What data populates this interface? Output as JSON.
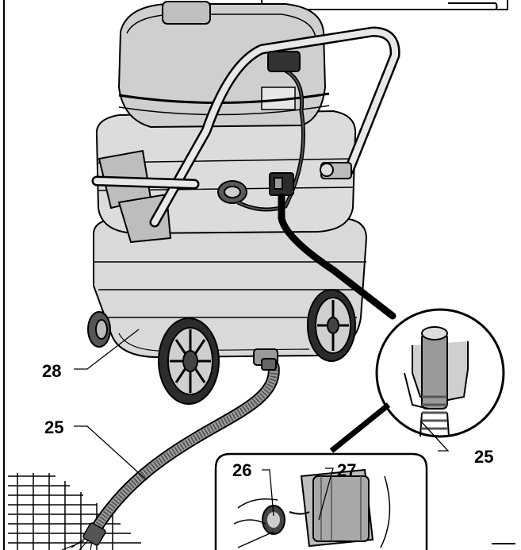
{
  "callouts": {
    "drain_hose_main": "25",
    "drain_hose_detail": "25",
    "coupling_26": "26",
    "coupling_27": "27",
    "drain_plug_28": "28"
  },
  "colors": {
    "line": "#000000",
    "body": "#dcdcdc",
    "shade": "#b9b9b9",
    "dark": "#6e6e6e",
    "hose": "#8a8a8a",
    "background": "#ffffff"
  }
}
